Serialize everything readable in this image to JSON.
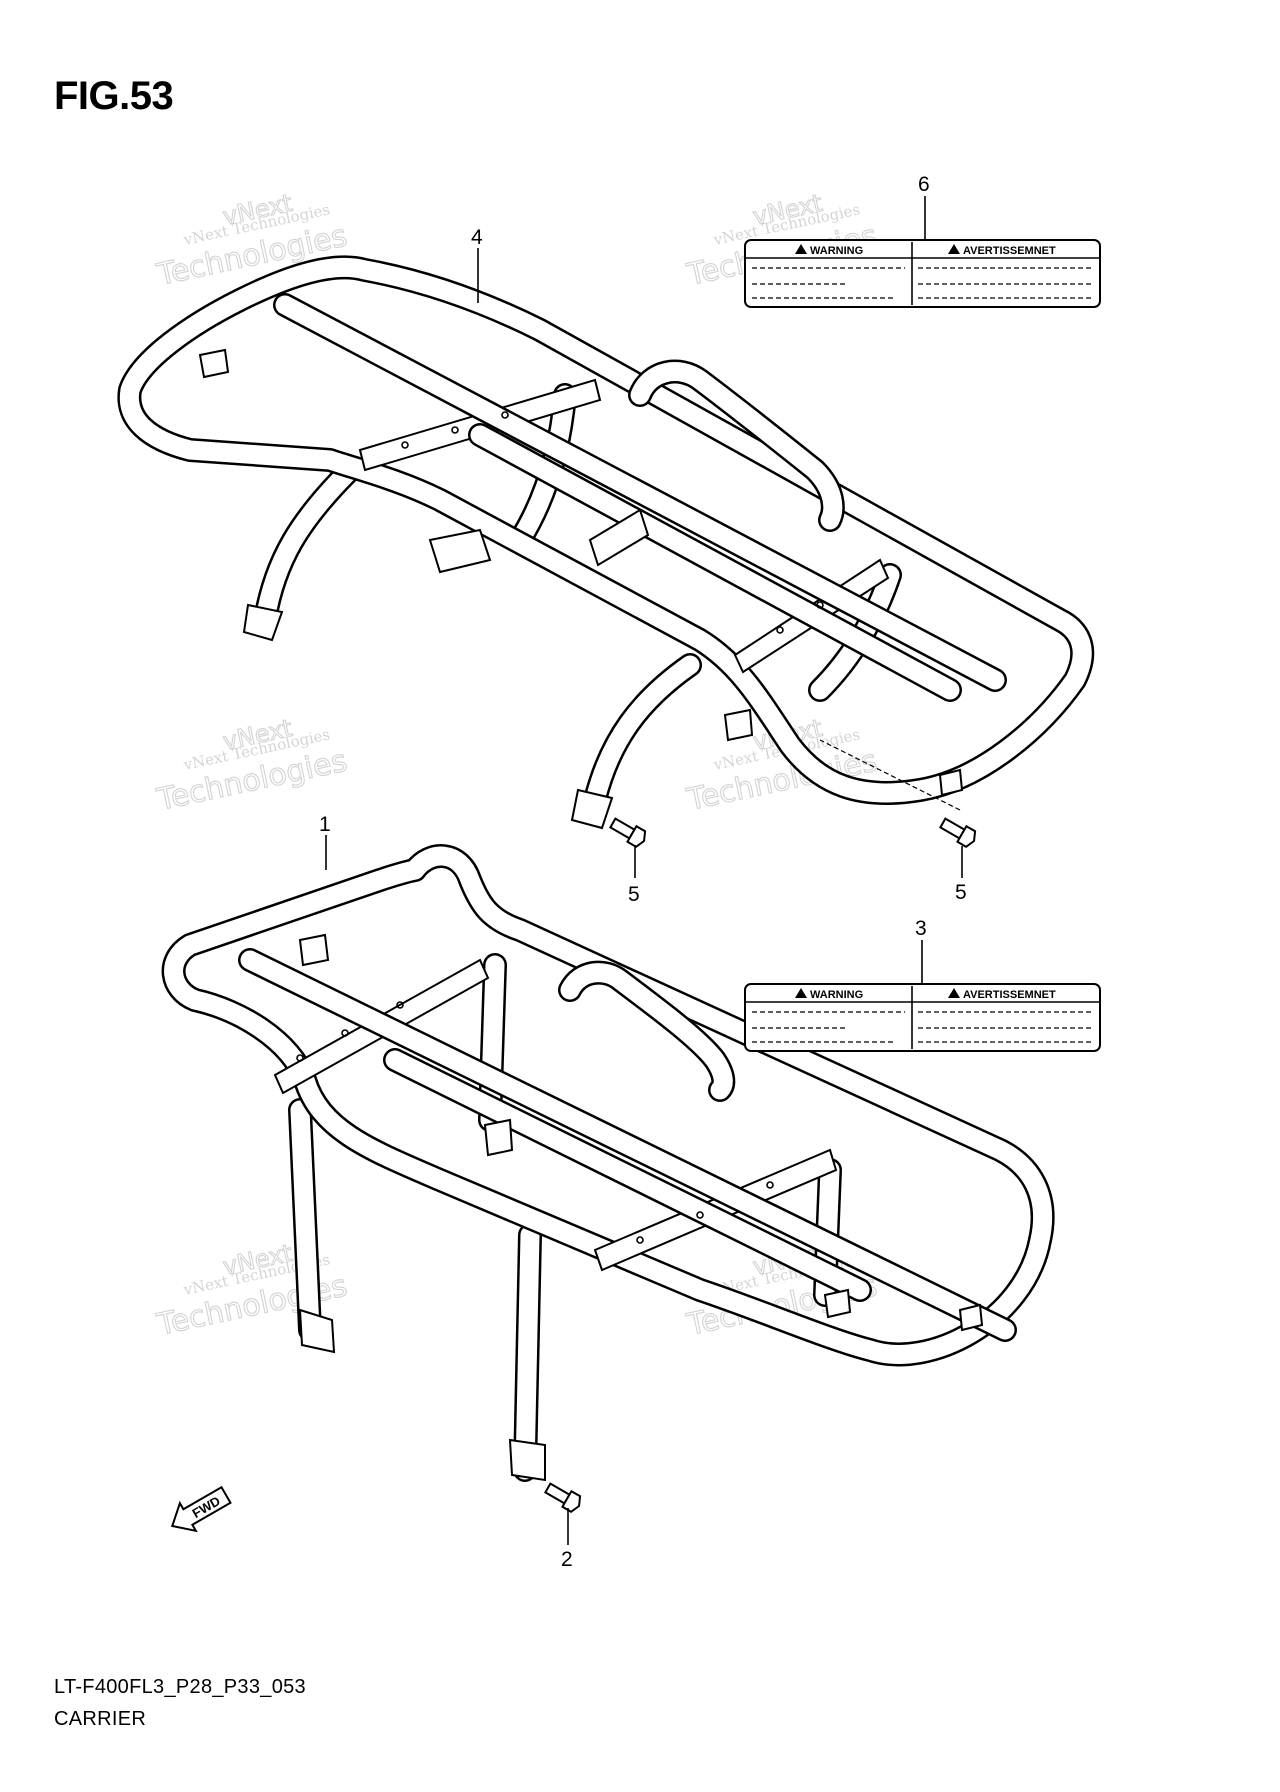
{
  "figure": {
    "title": "FIG.53"
  },
  "footer": {
    "model_code": "LT-F400FL3_P28_P33_053",
    "name": "CARRIER"
  },
  "callouts": {
    "c1": "1",
    "c2": "2",
    "c3": "3",
    "c4": "4",
    "c5a": "5",
    "c5b": "5",
    "c6": "6"
  },
  "warning_labels": {
    "left_heading": "WARNING",
    "right_heading": "AVERTISSEMNET"
  },
  "fwd_arrow": {
    "text": "FWD"
  },
  "watermark": {
    "line1": "vNext Technologies",
    "big": "Technologies",
    "small": "vNext"
  },
  "icons": [
    "warning-triangle-icon",
    "fwd-arrow-icon",
    "bolt-icon"
  ],
  "colors": {
    "line": "#000000",
    "background": "#ffffff",
    "watermark": "#c7c7c7"
  }
}
